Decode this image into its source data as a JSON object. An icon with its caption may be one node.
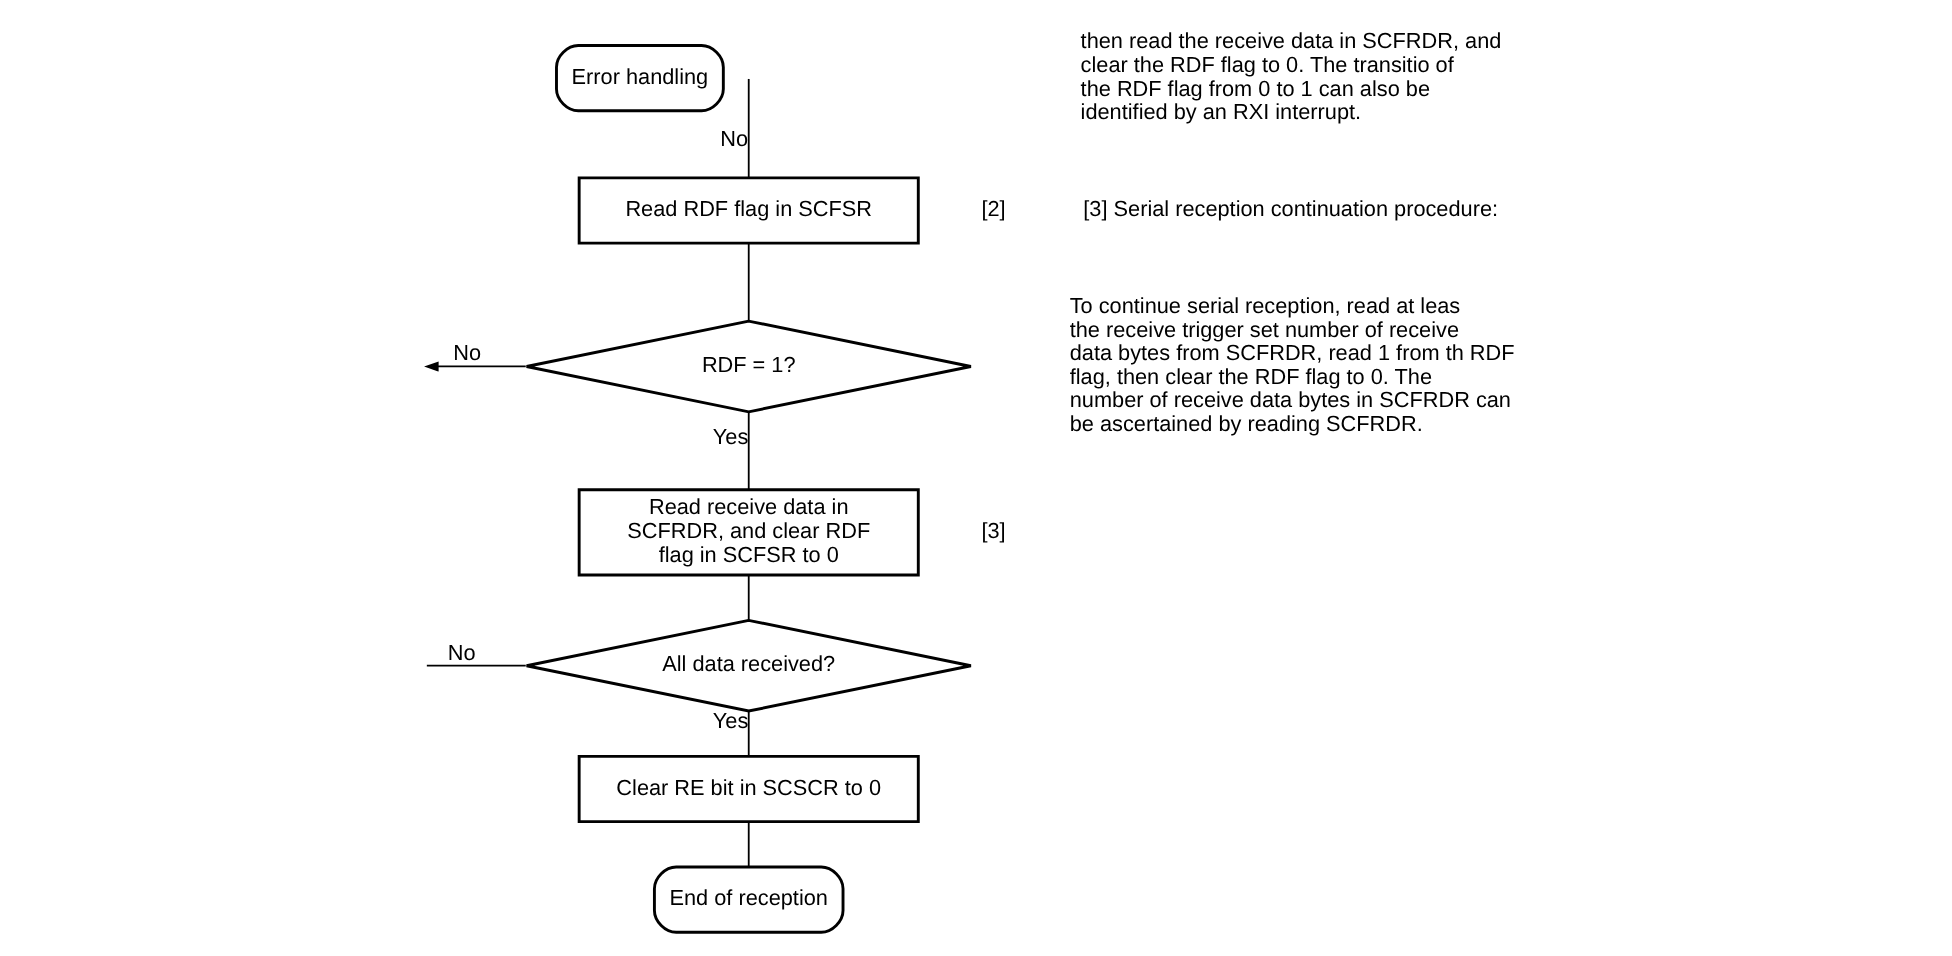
{
  "diagram": {
    "nodes": [
      {
        "text": [
          "Error handling"
        ]
      },
      {
        "text": [
          "Read RDF flag in SCFSR"
        ],
        "beside": [
          "[2]"
        ]
      },
      {
        "text": [
          "RDF = 1?"
        ]
      },
      {
        "text": [
          "Read receive data in SCFRDR, and clear RDF flag in SCFSR to 0"
        ],
        "beside": [
          "[3]"
        ]
      },
      {
        "text": [
          "All data received?"
        ]
      },
      {
        "text": [
          "Clear RE bit in SCSCR to 0"
        ]
      },
      {
        "text": [
          "End of reception"
        ]
      }
    ],
    "edges": [
      {
        "from": null,
        "to": 1,
        "arrow": "none",
        "label": "No"
      },
      {
        "from": 1,
        "to": 2,
        "arrow": "none"
      },
      {
        "from": 2,
        "to": null,
        "arrow": "to",
        "label": "No"
      },
      {
        "from": 2,
        "to": 3,
        "arrow": "none",
        "label": "Yes"
      },
      {
        "from": 3,
        "to": 4,
        "arrow": "none"
      },
      {
        "from": 4,
        "to": null,
        "arrow": "none",
        "label": "No"
      },
      {
        "from": 4,
        "to": 5,
        "arrow": "none",
        "label": "Yes"
      },
      {
        "from": 5,
        "to": 6,
        "arrow": "none"
      }
    ],
    "labels": [
      "then read the receive data in SCFRDR, and clear the RDF flag to 0. The transitio of the RDF flag from 0 to 1 can also be identified by an RXI interrupt.",
      "[3] Serial reception continuation procedure:",
      "To continue serial reception, read at leas the receive trigger set number of receive data bytes from SCFRDR, read 1 from th RDF flag, then clear the RDF flag to 0. The number of receive data bytes in SCFRDR can be ascertained by reading SCFRDR."
    ]
  }
}
